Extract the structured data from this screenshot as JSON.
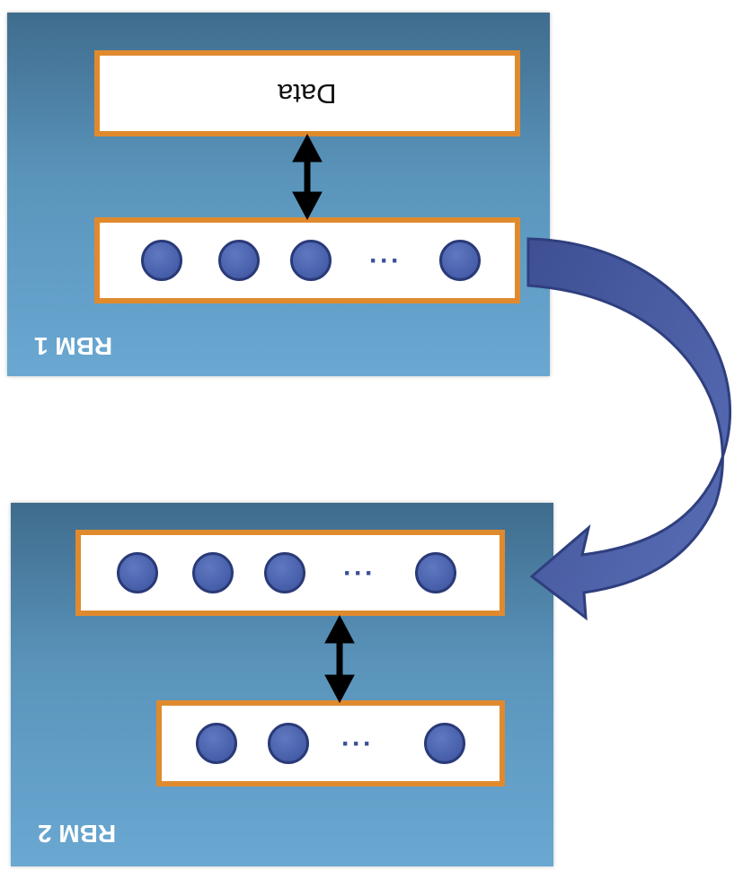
{
  "rbm1": {
    "label": "RBM 1",
    "data_label": "Data",
    "ellipsis": "···"
  },
  "rbm2": {
    "label": "RBM 2",
    "ellipsis_top": "···",
    "ellipsis_bottom": "···"
  },
  "colors": {
    "panel": "#5a94bb",
    "box_border": "#e08a2e",
    "node": "#4a62ad",
    "curved_arrow": "#4a5fa8"
  }
}
